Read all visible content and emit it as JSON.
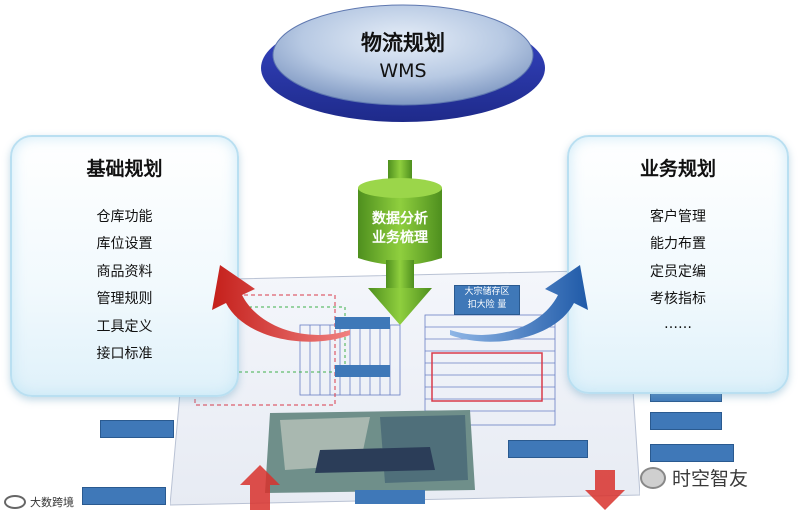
{
  "center": {
    "title": "物流规划",
    "subtitle": "WMS"
  },
  "connector": {
    "line1": "数据分析",
    "line2": "业务梳理"
  },
  "left_panel": {
    "title": "基础规划",
    "items": [
      "仓库功能",
      "库位设置",
      "商品资料",
      "管理规则",
      "工具定义",
      "接口标准"
    ]
  },
  "right_panel": {
    "title": "业务规划",
    "items": [
      "客户管理",
      "能力布置",
      "定员定编",
      "考核指标",
      "……"
    ]
  },
  "floorplan_labels": {
    "top_right": "大宗储存区\n扣大险 量"
  },
  "watermarks": {
    "left": "大数跨境",
    "right": "时空智友"
  },
  "colors": {
    "ellipse_blue": "#2f3fb8",
    "connector_green": "#74b32e",
    "arrow_red": "#d8312b",
    "arrow_blue": "#2e6fbf",
    "panel_border": "#b9dff1"
  }
}
